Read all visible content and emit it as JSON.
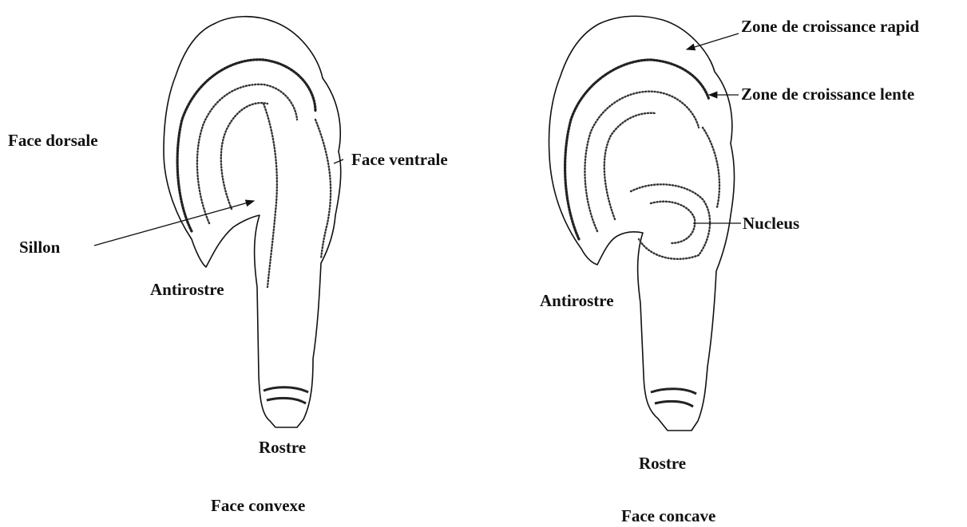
{
  "left_panel": {
    "caption": "Face convexe",
    "labels": {
      "face_dorsale": "Face dorsale",
      "face_ventrale": "Face ventrale",
      "sillon": "Sillon",
      "antirostre": "Antirostre",
      "rostre": "Rostre"
    }
  },
  "right_panel": {
    "caption": "Face concave",
    "labels": {
      "zone_rapide": "Zone de croissance rapid",
      "zone_lente": "Zone de croissance lente",
      "nucleus": "Nucleus",
      "antirostre": "Antirostre",
      "rostre": "Rostre"
    }
  },
  "colors": {
    "ink": "#111111",
    "background": "#ffffff"
  }
}
